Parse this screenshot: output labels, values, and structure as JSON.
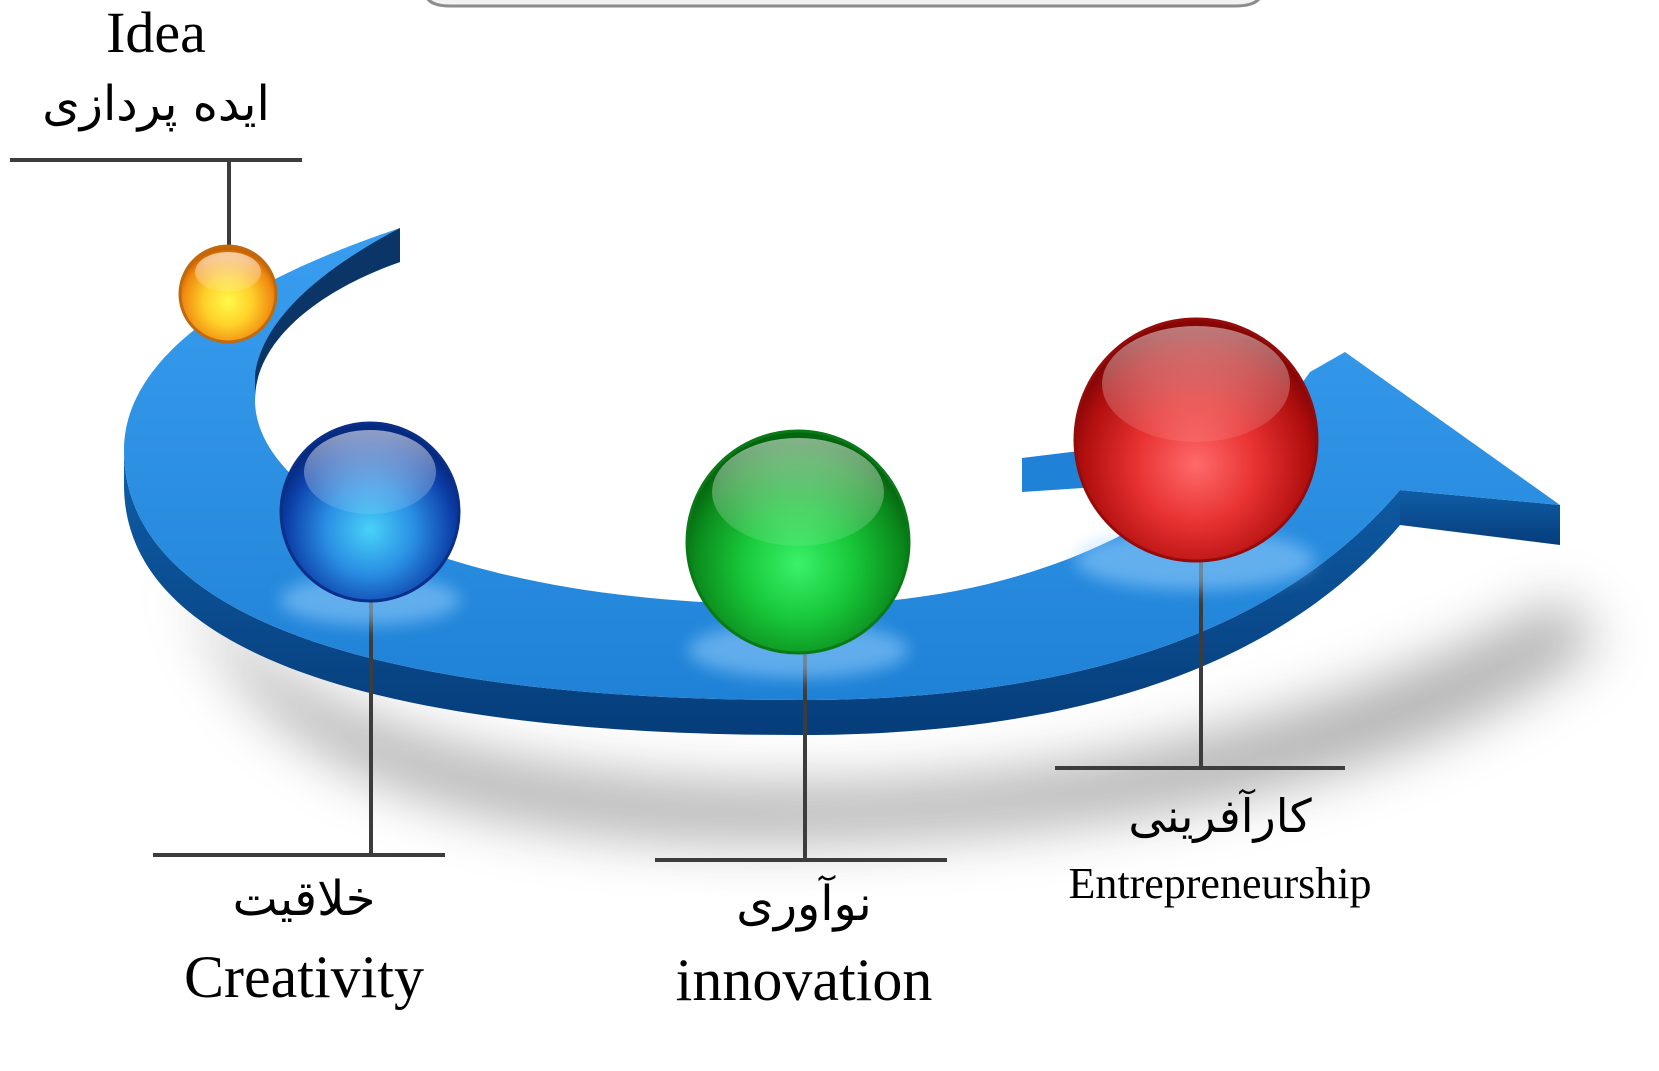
{
  "diagram": {
    "stages": [
      {
        "key": "idea",
        "en": "Idea",
        "fa": "ایده پردازی",
        "color": "#f5a020"
      },
      {
        "key": "creativity",
        "en": "Creativity",
        "fa": "خلاقیت",
        "color": "#1f5fd0"
      },
      {
        "key": "innovation",
        "en": "innovation",
        "fa": "نوآوری",
        "color": "#1db33a"
      },
      {
        "key": "entrepreneurship",
        "en": "Entrepreneurship",
        "fa": "کارآفرینی",
        "color": "#d41e1e"
      }
    ],
    "arrow_color": "#2a8fe0",
    "arrow_edge_color": "#0c5aa3"
  }
}
